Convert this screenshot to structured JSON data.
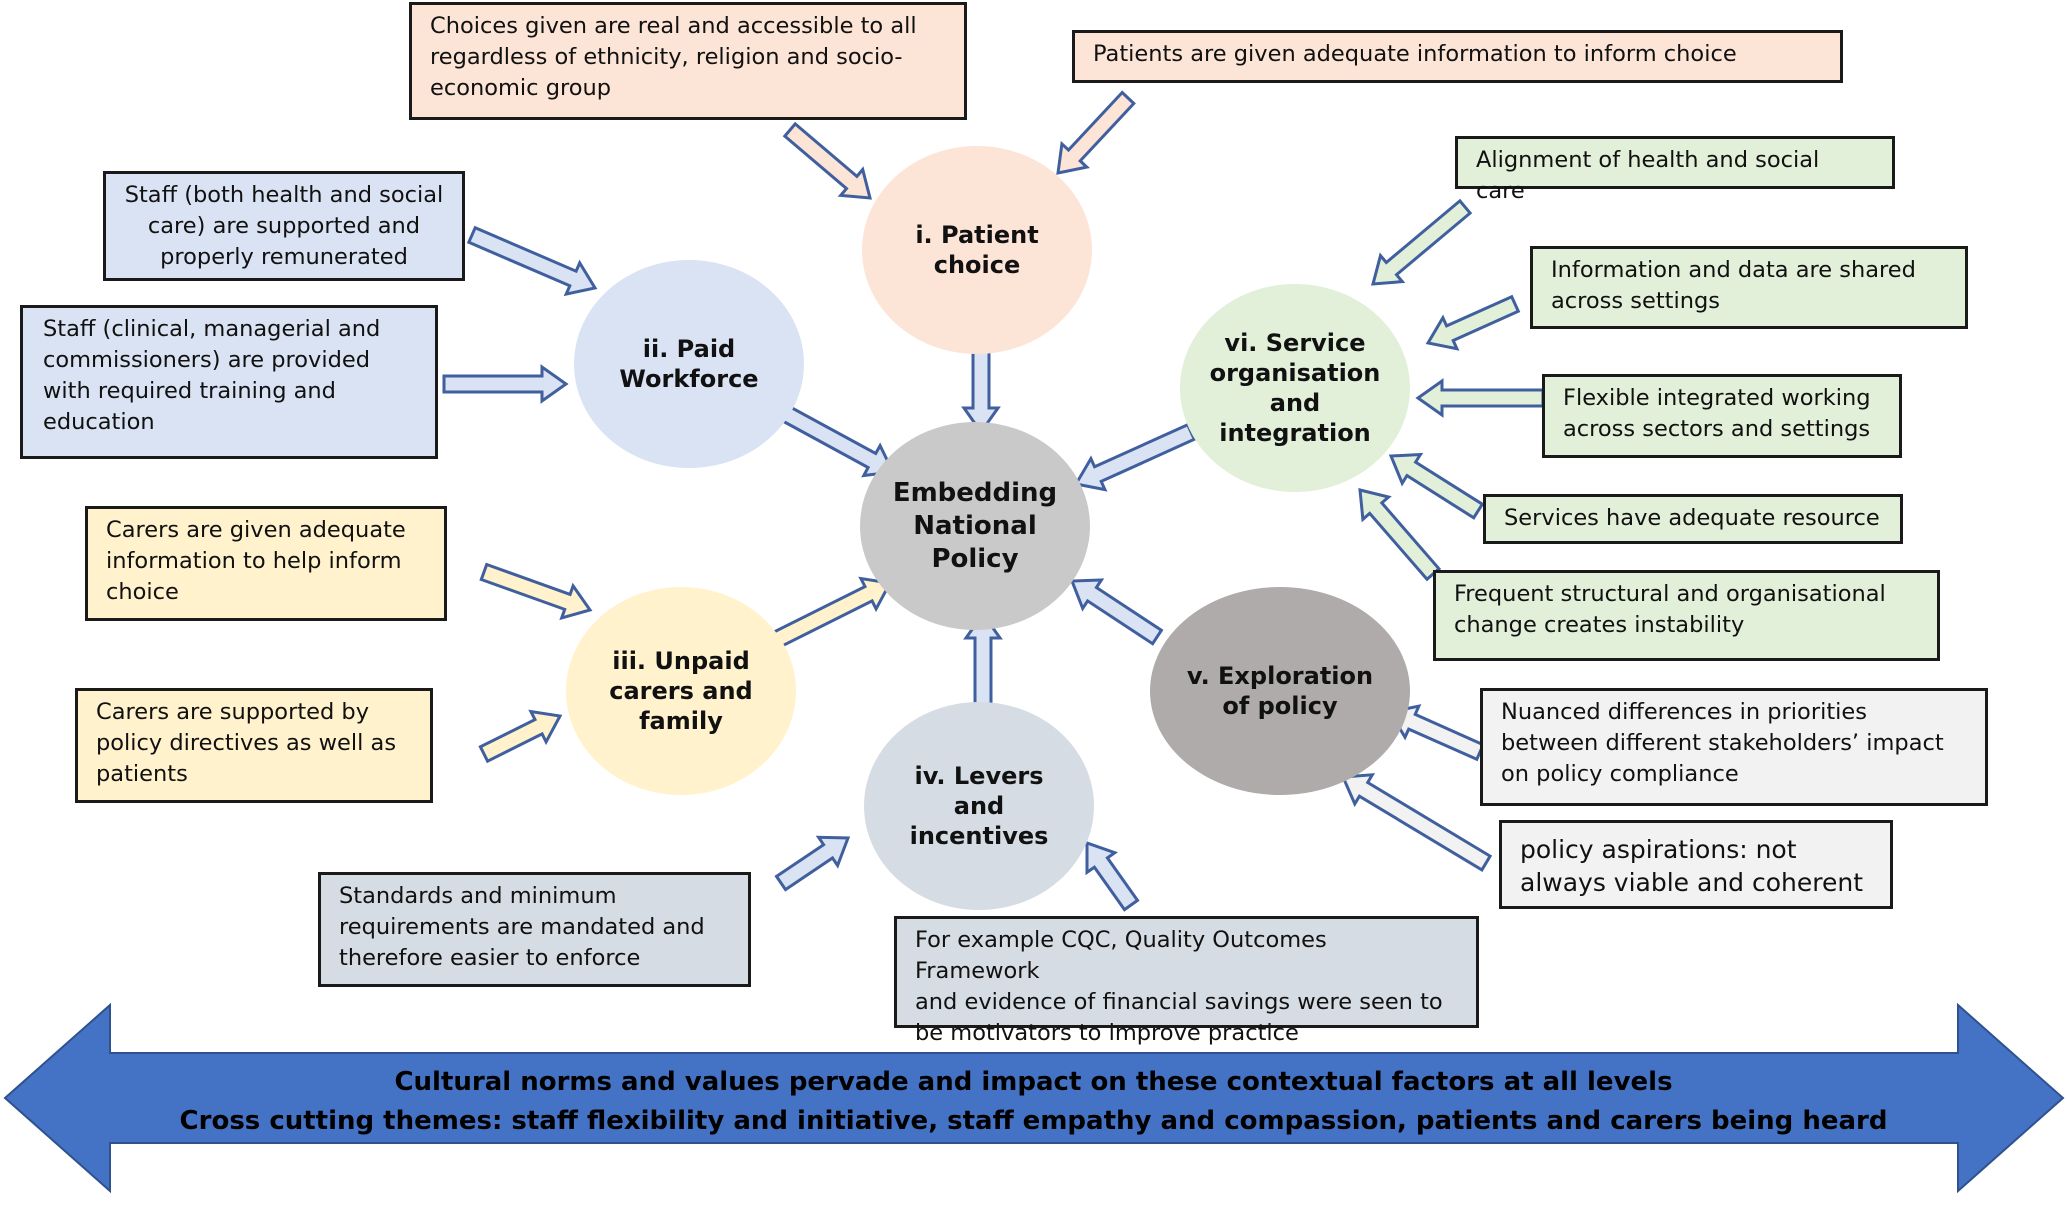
{
  "colors": {
    "peach_fill": "#fce4d6",
    "blue_fill": "#dae3f3",
    "yellow_fill": "#fff2cc",
    "green_fill": "#e2efd9",
    "grey_fill": "#f2f2f2",
    "slate_fill": "#d6dce4",
    "center_fill": "#c9c9c9",
    "policy_fill": "#afabab",
    "band_fill": "#4472c4",
    "arrow_stroke": "#3f5f9e"
  },
  "nodes": {
    "center": "Embedding\nNational\nPolicy",
    "patient_choice": "i. Patient\nchoice",
    "paid_workforce": "ii. Paid\nWorkforce",
    "unpaid_carers": "iii. Unpaid\ncarers and\nfamily",
    "levers": "iv. Levers\nand\nincentives",
    "exploration": "v. Exploration\nof policy",
    "service_org": "vi. Service\norganisation\nand\nintegration"
  },
  "boxes": {
    "choices_real": "Choices given are real and accessible to all\nregardless of ethnicity, religion and socio-\neconomic group",
    "patients_info": "Patients are given adequate information to inform choice",
    "staff_supported": "Staff (both health and social\ncare) are supported and\nproperly remunerated",
    "staff_training": "Staff (clinical, managerial and\ncommissioners) are provided\nwith required training and\neducation",
    "carers_info": "Carers are given adequate\ninformation to help inform\nchoice",
    "carers_supported": "Carers are supported by\npolicy directives as well as\npatients",
    "standards": "Standards and minimum\nrequirements are mandated and\ntherefore easier to enforce",
    "cqc": "For example CQC, Quality Outcomes Framework\nand evidence of financial savings were seen to\nbe motivators to improve practice",
    "alignment": "Alignment of health and social care",
    "data_shared": "Information and data are shared\nacross settings",
    "flexible": "Flexible integrated working\nacross sectors and settings",
    "resource": "Services have adequate resource",
    "instability": "Frequent structural and organisational\nchange creates instability",
    "nuanced": "Nuanced differences in priorities\nbetween different stakeholders’ impact\non policy compliance",
    "aspirations": "policy aspirations: not\nalways viable and coherent"
  },
  "band": {
    "line1": "Cultural norms and values pervade and impact on these contextual factors at all levels",
    "line2": "Cross cutting themes: staff flexibility and initiative, staff empathy and compassion, patients and carers being heard"
  }
}
